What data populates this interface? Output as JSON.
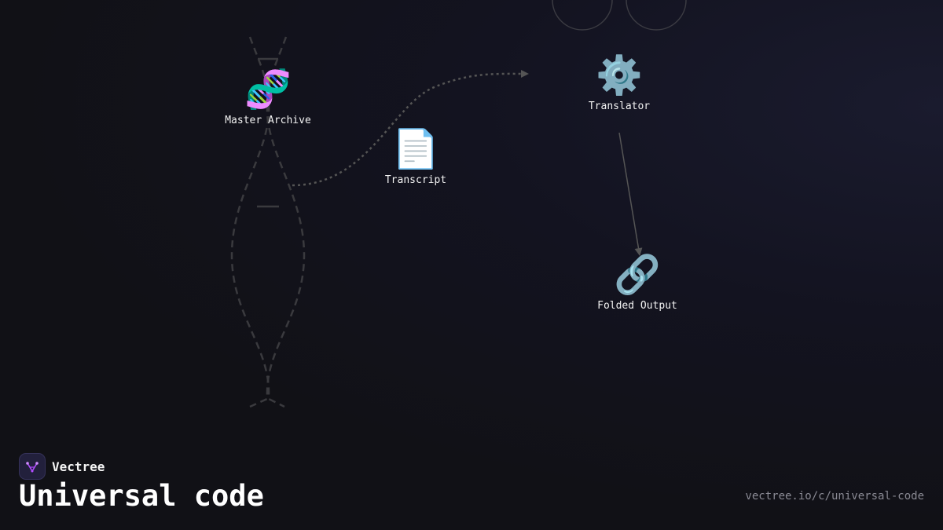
{
  "brand": {
    "name": "Vectree",
    "logo_color": "#b14dff"
  },
  "title": "Universal code",
  "url": "vectree.io/c/universal-code",
  "colors": {
    "background": "#111116",
    "edge": "#555555",
    "helix": "#3a3a3e"
  },
  "nodes": [
    {
      "id": "master-archive",
      "label": "Master Archive",
      "icon": "dna-icon",
      "glyph": "🧬"
    },
    {
      "id": "transcript",
      "label": "Transcript",
      "icon": "document-icon",
      "glyph": "📄"
    },
    {
      "id": "translator",
      "label": "Translator",
      "icon": "gear-icon",
      "glyph": "⚙️"
    },
    {
      "id": "folded-output",
      "label": "Folded Output",
      "icon": "link-icon",
      "glyph": "🔗"
    }
  ],
  "edges": [
    {
      "from": "master-archive",
      "to": "translator",
      "style": "dashed"
    },
    {
      "from": "translator",
      "to": "folded-output",
      "style": "solid"
    }
  ]
}
